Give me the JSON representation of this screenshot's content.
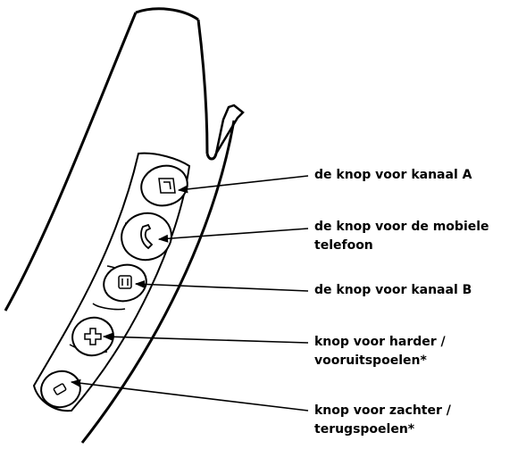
{
  "labels": {
    "channel_a": {
      "lines": [
        "de knop voor kanaal A"
      ]
    },
    "mobile_phone": {
      "lines": [
        "de knop voor de mobiele",
        "telefoon"
      ]
    },
    "channel_b": {
      "lines": [
        "de knop voor kanaal B"
      ]
    },
    "volume_up": {
      "lines": [
        "knop voor harder /",
        "vooruitspoelen*"
      ]
    },
    "volume_down": {
      "lines": [
        "knop voor zachter /",
        "terugspoelen*"
      ]
    }
  },
  "icons": {
    "channel_a_button": "channel-a-icon",
    "mobile_button": "phone-handset-icon",
    "channel_b_button": "channel-b-icon",
    "plus_button": "plus-icon",
    "minus_button": "minus-icon"
  },
  "colors": {
    "line": "#000000",
    "background": "#ffffff"
  }
}
